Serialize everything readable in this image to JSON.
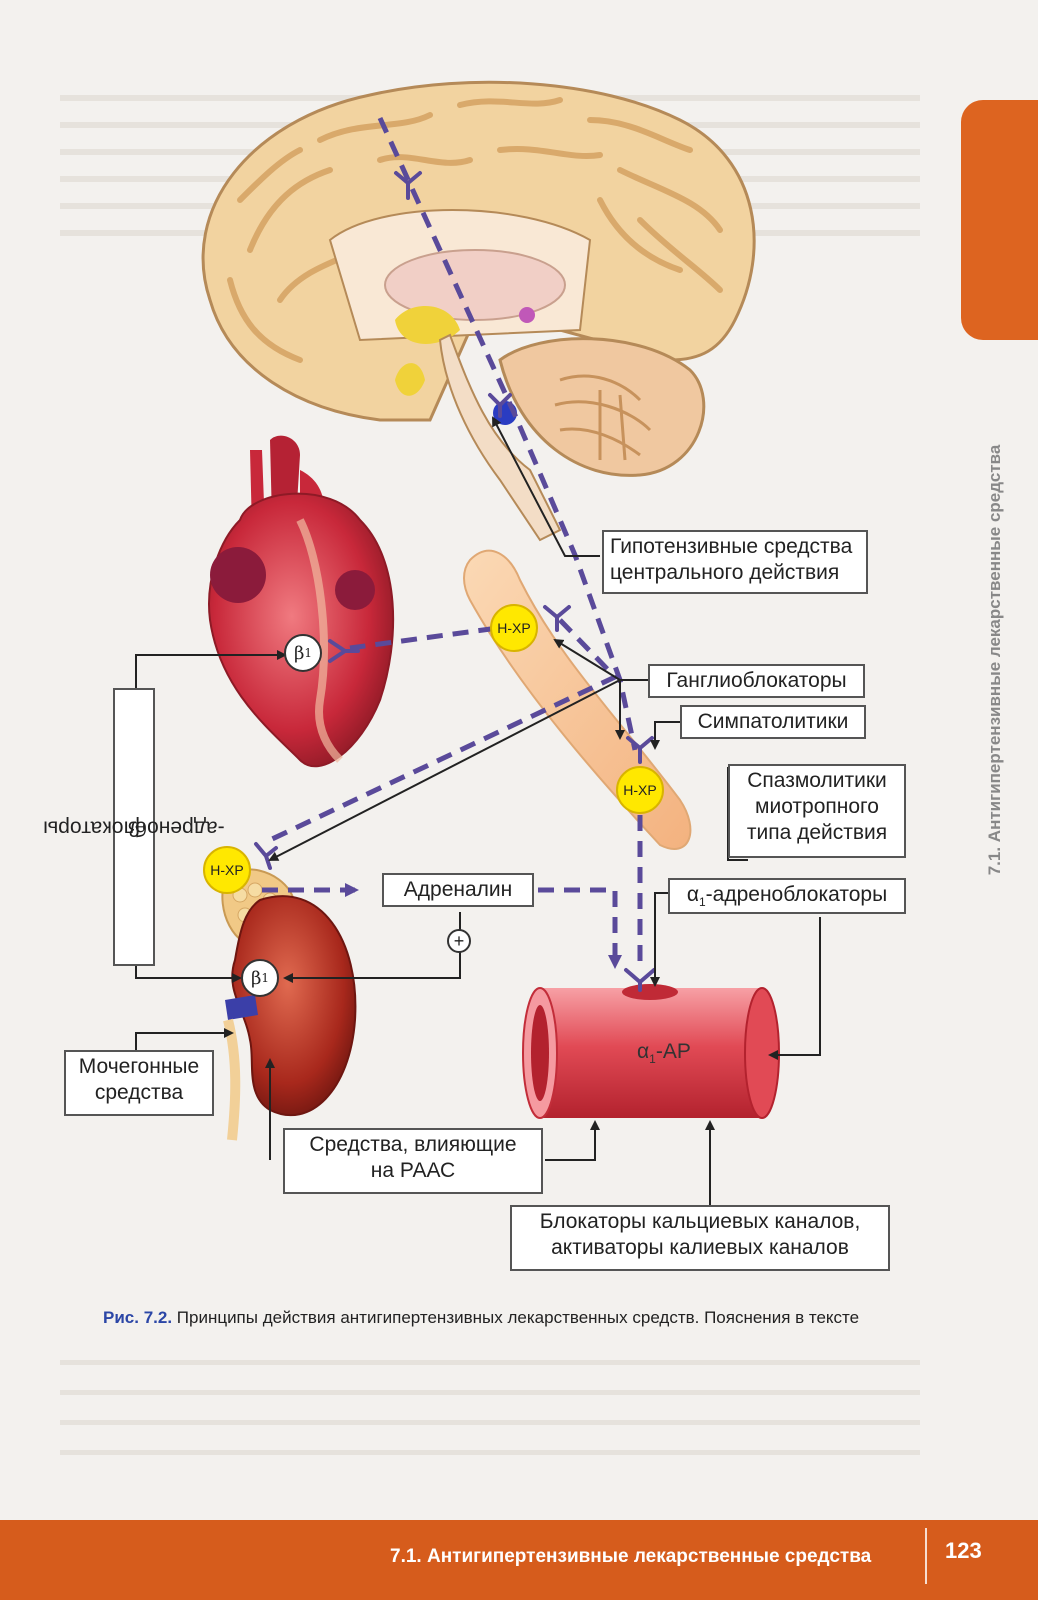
{
  "header": {
    "side_tab_text": "7.1. Антигипертензивные лекарственные средства"
  },
  "labels": {
    "central": "Гипотензивные средства центрального действия",
    "central_line1": "Гипотензивные средства",
    "central_line2": "центрального действия",
    "ganglio": "Ганглиоблокаторы",
    "sympatho": "Симпатолитики",
    "spasmo_line1": "Спазмолитики",
    "spasmo_line2": "миотропного",
    "spasmo_line3": "типа действия",
    "adrenalin": "Адреналин",
    "alpha1_blockers": "α1-адреноблокаторы",
    "alpha1_prefix": "α",
    "alpha1_sub": "1",
    "alpha1_suffix": "-адреноблокаторы",
    "beta1_blockers_prefix": "β",
    "beta1_blockers_sub": "1",
    "beta1_blockers_suffix": "-адреноблокаторы",
    "diuretics_line1": "Мочегонные",
    "diuretics_line2": "средства",
    "raas_line1": "Средства, влияющие",
    "raas_line2": "на РААС",
    "ca_line1": "Блокаторы кальциевых каналов,",
    "ca_line2": "активаторы калиевых каналов",
    "nxr": "Н-ХР",
    "beta_symbol": "β",
    "beta_sub": "1",
    "plus": "+",
    "vessel_receptor_prefix": "α",
    "vessel_receptor_sub": "1",
    "vessel_receptor_suffix": "-АР"
  },
  "caption": {
    "label": "Рис. 7.2.",
    "text": " Принципы действия антигипертензивных лекарственных средств. Пояснения в тексте"
  },
  "footer": {
    "title": "7.1. Антигипертензивные лекарственные средства",
    "page": "123"
  },
  "colors": {
    "dash_line": "#5a4a9a",
    "accent_orange": "#dd6420",
    "receptor_yellow": "#ffe800",
    "brain": "#f2d3a0",
    "heart": "#c8283a",
    "vessel": "#e14a55"
  },
  "icons": [
    "brain-illustration",
    "heart-illustration",
    "kidney-illustration",
    "sympathetic-ganglion-illustration",
    "blood-vessel-illustration",
    "receptor-y-icon"
  ]
}
